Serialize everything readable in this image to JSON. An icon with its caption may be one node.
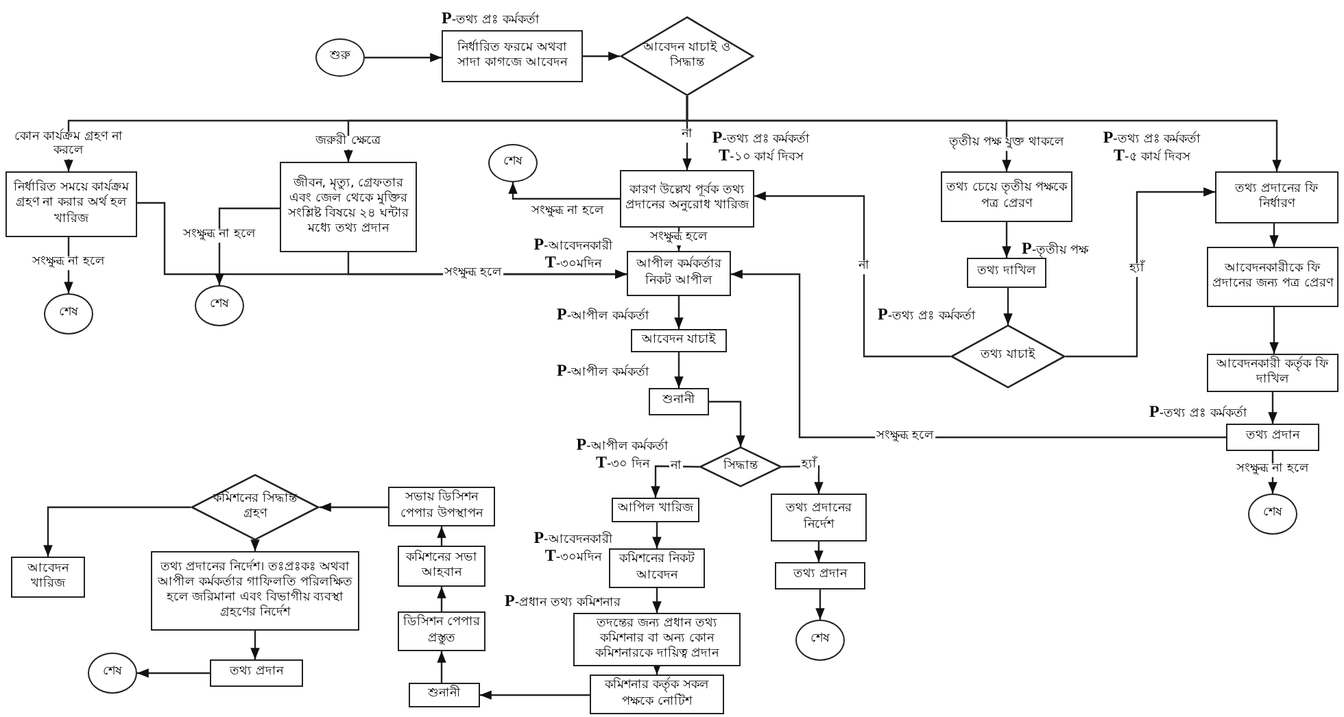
{
  "diagram": {
    "nodes": [
      {
        "text": [
          "শুরু"
        ]
      },
      {
        "text": [
          "নির্ধারিত ফরমে অথবা সাদা কাগজে আবেদন"
        ],
        "beside": [
          "**P**-তথ্য প্রঃ কর্মকর্তা"
        ]
      },
      {
        "text": [
          "আবেদন যাচাই ও সিদ্ধান্ত"
        ]
      },
      {
        "text": [
          "নির্ধারিত সময়ে কার্যক্রম গ্রহণ না করার অর্থ হল খারিজ"
        ]
      },
      {
        "text": [
          "শেষ"
        ]
      },
      {
        "text": [
          "জীবন, মৃত্যু, গ্রেফতার এবং জেল থেকে মুক্তির সংশ্লিষ্ট বিষয়ে ২৪ ঘন্টার মধ্যে তথ্য প্রদান"
        ]
      },
      {
        "text": [
          "শেষ"
        ]
      },
      {
        "text": [
          "কারণ উল্লেখ পূর্বক তথ্য প্রদানের অনুরোধ খারিজ"
        ],
        "beside": [
          "**P**-তথ্য প্রঃ কর্মকর্তা",
          "**T**-১০ কার্য দিবস"
        ]
      },
      {
        "text": [
          "শেষ"
        ]
      },
      {
        "text": [
          "আপীল কর্মকর্তার নিকট আপীল"
        ],
        "beside": [
          "**P**-আবেদনকারী",
          "**T**-৩০মদিন"
        ]
      },
      {
        "text": [
          "তথ্য চেয়ে তৃতীয় পক্ষকে পত্র প্রেরণ"
        ]
      },
      {
        "text": [
          "তথ্য দাখিল"
        ],
        "beside": [
          "**P**-তৃতীয় পক্ষ"
        ]
      },
      {
        "text": [
          "তথ্য যাচাই"
        ],
        "beside": [
          "**P**-তথ্য প্রঃ কর্মকর্তা"
        ]
      },
      {
        "text": [
          "তথ্য প্রদানের ফি নির্ধারণ"
        ],
        "beside": [
          "**P**-তথ্য প্রঃ কর্মকর্তা",
          "**T**-৫ কার্য দিবস"
        ]
      },
      {
        "text": [
          "আবেদনকারীকে ফি প্রদানের জন্য পত্র প্রেরণ"
        ]
      },
      {
        "text": [
          "আবেদনকারী কর্তৃক ফি দাখিল"
        ]
      },
      {
        "text": [
          "তথ্য প্রদান"
        ],
        "beside": [
          "**P**-তথ্য প্রঃ কর্মকর্তা"
        ]
      },
      {
        "text": [
          "শেষ"
        ]
      },
      {
        "text": [
          "আবেদন যাচাই"
        ],
        "beside": [
          "**P**-আপীল কর্মকর্তা"
        ]
      },
      {
        "text": [
          "শুনানী"
        ],
        "beside": [
          "**P**-আপীল কর্মকর্তা"
        ]
      },
      {
        "text": [
          "সিদ্ধান্ত"
        ],
        "beside": [
          "**P**-আপীল কর্মকর্তা",
          "**T**-৩০ দিন"
        ]
      },
      {
        "text": [
          "আপিল খারিজ"
        ]
      },
      {
        "text": [
          "তথ্য প্রদানের নির্দেশ"
        ]
      },
      {
        "text": [
          "তথ্য প্রদান"
        ]
      },
      {
        "text": [
          "শেষ"
        ]
      },
      {
        "text": [
          "কমিশনের নিকট আবেদন"
        ],
        "beside": [
          "**P**-আবেদনকারী",
          "**T**-৩০মদিন"
        ]
      },
      {
        "text": [
          "তদন্তের জন্য প্রধান তথ্য কমিশনার বা অন্য কোন কমিশনারকে দায়িত্ব প্রদান"
        ],
        "beside": [
          "**P**-প্রধান তথ্য কমিশনার"
        ]
      },
      {
        "text": [
          "কমিশনার কর্তৃক সকল পক্ষকে নোটিশ"
        ]
      },
      {
        "text": [
          "শুনানী"
        ]
      },
      {
        "text": [
          "ডিসিশন পেপার প্রস্তুত"
        ]
      },
      {
        "text": [
          "কমিশনের সভা আহবান"
        ]
      },
      {
        "text": [
          "সভায় ডিসিশন পেপার উপস্থাপন"
        ]
      },
      {
        "text": [
          "কমিশনের সিদ্ধান্ত গ্রহণ"
        ]
      },
      {
        "text": [
          "আবেদন খারিজ"
        ]
      },
      {
        "text": [
          "তথ্য প্রদানের নির্দেশ। তঃপ্রঃকঃ অথবা আপীল কর্মকর্তার গাফিলতি পরিলক্ষিত হলে জরিমানা এবং বিভাগীয় ব্যবস্থা গ্রহণের নির্দেশ"
        ]
      },
      {
        "text": [
          "তথ্য প্রদান"
        ]
      },
      {
        "text": [
          "শেষ"
        ]
      }
    ],
    "edges": [
      {
        "from": 0,
        "to": 1,
        "arrow": "to"
      },
      {
        "from": 1,
        "to": 2,
        "arrow": "to"
      },
      {
        "from": 2,
        "to": 3,
        "arrow": "to",
        "label": "কোন কার্যক্রম গ্রহণ না করলে"
      },
      {
        "from": 2,
        "to": 5,
        "arrow": "to",
        "label": "জরুরী ক্ষেত্রে"
      },
      {
        "from": 2,
        "to": 7,
        "arrow": "to",
        "label": "না"
      },
      {
        "from": 2,
        "to": 10,
        "arrow": "to",
        "label": "তৃতীয় পক্ষ যুক্ত থাকলে"
      },
      {
        "from": 2,
        "to": 13,
        "arrow": "to"
      },
      {
        "from": 3,
        "to": 4,
        "arrow": "to",
        "label": "সংক্ষুব্ধ না হলে"
      },
      {
        "from": 3,
        "to": 9,
        "arrow": "to"
      },
      {
        "from": 5,
        "to": 9,
        "arrow": "to",
        "label": "সংক্ষুব্ধ হলে"
      },
      {
        "from": 5,
        "to": 6,
        "arrow": "to",
        "label": "সংক্ষুব্ধ না হলে"
      },
      {
        "from": 7,
        "to": 8,
        "arrow": "to",
        "label": "সংক্ষুব্ধ না হলে"
      },
      {
        "from": 7,
        "to": 9,
        "arrow": "to",
        "label": "সংক্ষুব্ধ হলে"
      },
      {
        "from": 10,
        "to": 11,
        "arrow": "to"
      },
      {
        "from": 11,
        "to": 12,
        "arrow": "to"
      },
      {
        "from": 12,
        "to": 7,
        "arrow": "to",
        "label": "না"
      },
      {
        "from": 12,
        "to": 13,
        "arrow": "to",
        "label": "হ্যাঁ"
      },
      {
        "from": 13,
        "to": 14,
        "arrow": "to"
      },
      {
        "from": 14,
        "to": 15,
        "arrow": "to"
      },
      {
        "from": 15,
        "to": 16,
        "arrow": "to"
      },
      {
        "from": 16,
        "to": 17,
        "arrow": "to",
        "label": "সংক্ষুব্ধ না হলে"
      },
      {
        "from": 16,
        "to": 9,
        "arrow": "to",
        "label": "সংক্ষুব্ধ হলে"
      },
      {
        "from": 9,
        "to": 18,
        "arrow": "to"
      },
      {
        "from": 18,
        "to": 19,
        "arrow": "to"
      },
      {
        "from": 19,
        "to": 20,
        "arrow": "to"
      },
      {
        "from": 20,
        "to": 21,
        "arrow": "to",
        "label": "না"
      },
      {
        "from": 20,
        "to": 22,
        "arrow": "to",
        "label": "হ্যাঁ"
      },
      {
        "from": 22,
        "to": 23,
        "arrow": "to"
      },
      {
        "from": 23,
        "to": 24,
        "arrow": "to"
      },
      {
        "from": 21,
        "to": 25,
        "arrow": "to"
      },
      {
        "from": 25,
        "to": 26,
        "arrow": "to"
      },
      {
        "from": 26,
        "to": 27,
        "arrow": "to"
      },
      {
        "from": 27,
        "to": 28,
        "arrow": "to"
      },
      {
        "from": 28,
        "to": 29,
        "arrow": "to"
      },
      {
        "from": 29,
        "to": 30,
        "arrow": "to"
      },
      {
        "from": 30,
        "to": 31,
        "arrow": "to"
      },
      {
        "from": 31,
        "to": 32,
        "arrow": "to"
      },
      {
        "from": 32,
        "to": 33,
        "arrow": "to"
      },
      {
        "from": 32,
        "to": 34,
        "arrow": "to"
      },
      {
        "from": 34,
        "to": 35,
        "arrow": "to"
      },
      {
        "from": 35,
        "to": 36,
        "arrow": "to"
      }
    ]
  }
}
